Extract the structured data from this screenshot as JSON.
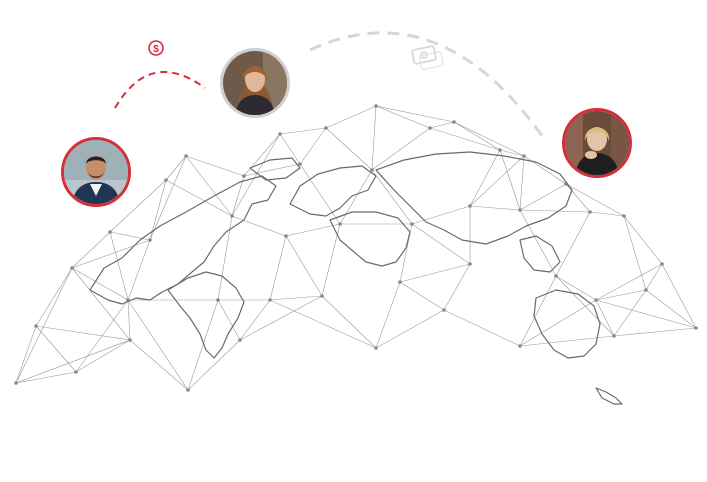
{
  "colors": {
    "accent": "#d32f3a",
    "mesh": "#9a9a9a",
    "continent": "#6f6f6f",
    "dash_gray": "#d6d6d6",
    "avatar_ring_neutral": "#cfcfcf"
  },
  "icons": {
    "dollar": "dollar-coin-icon",
    "banknote": "banknote-icon"
  },
  "dollar_symbol": "$",
  "people": [
    {
      "role": "sender",
      "ring_color": "#d32f3a"
    },
    {
      "role": "intermediary",
      "ring_color": "#cfcfcf"
    },
    {
      "role": "recipient",
      "ring_color": "#d32f3a"
    }
  ]
}
